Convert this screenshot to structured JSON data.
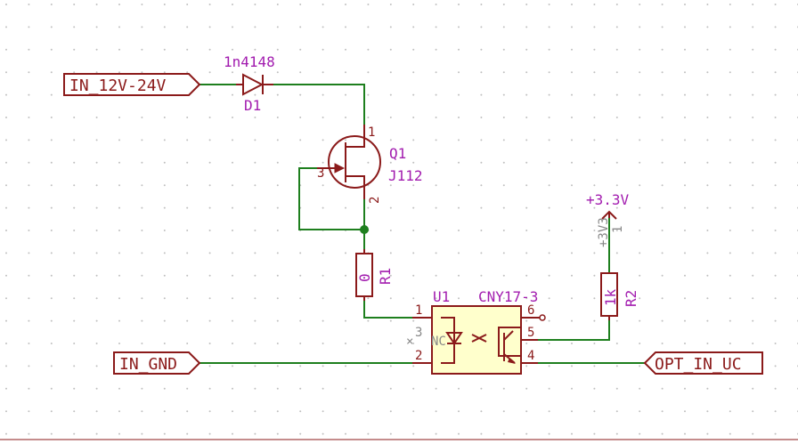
{
  "net_labels": {
    "input_power": "IN_12V-24V",
    "input_ground": "IN_GND",
    "output": "OPT_IN_UC"
  },
  "diode": {
    "ref": "D1",
    "value": "1n4148"
  },
  "jfet": {
    "ref": "Q1",
    "value": "J112",
    "pin1": "1",
    "pin2": "2",
    "pin3": "3"
  },
  "resistor1": {
    "ref": "R1",
    "value": "0"
  },
  "resistor2": {
    "ref": "R2",
    "value": "1k"
  },
  "optocoupler": {
    "ref": "U1",
    "value": "CNY17-3",
    "pin1": "1",
    "pin2": "2",
    "pin3": "3",
    "pin4": "4",
    "pin5": "5",
    "pin6": "6",
    "nc_label": "NC"
  },
  "power_symbol": {
    "value": "+3.3V",
    "ref_hidden": "+3V3",
    "pin": "1"
  },
  "colors": {
    "wire": "#1e7f1e",
    "component": "#8b1a1a",
    "reference": "#a21caf",
    "component_fill": "#ffffcc"
  }
}
